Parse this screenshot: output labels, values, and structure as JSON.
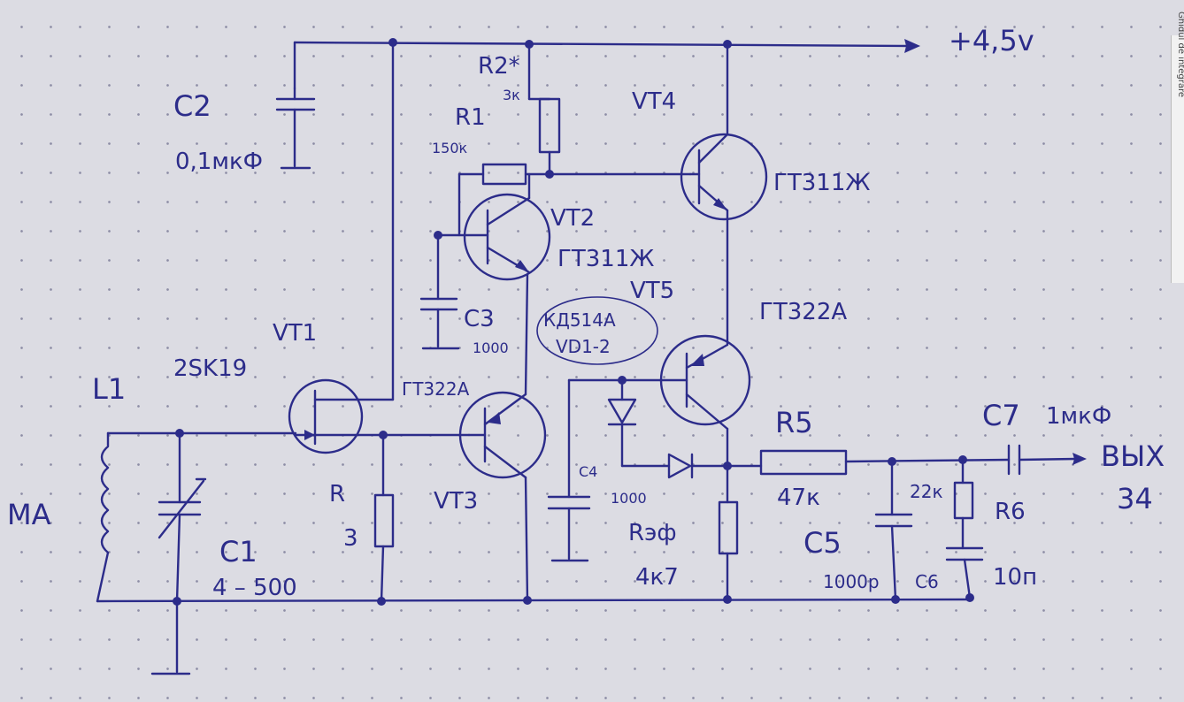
{
  "supply": "+4,5v",
  "output": {
    "label": "ВЫХ",
    "sublabel": "34"
  },
  "antenna_label": "MA",
  "components": {
    "L1": "L1",
    "C1": {
      "name": "C1",
      "value": "4 – 500"
    },
    "C2": {
      "name": "C2",
      "value": "0,1мкФ"
    },
    "C3": {
      "name": "C3",
      "value": "1000"
    },
    "C4": {
      "name": "C4",
      "value": "1000"
    },
    "C5": {
      "name": "C5",
      "value": "1000р"
    },
    "C6": {
      "name": "C6",
      "value": "10п"
    },
    "C7": {
      "name": "C7",
      "value": "1мкФ"
    },
    "R": {
      "name": "R",
      "value": "3"
    },
    "R1": {
      "name": "R1",
      "value": "150к"
    },
    "R2": {
      "name": "R2*",
      "value": "3к"
    },
    "R5": {
      "name": "R5",
      "value": "47к"
    },
    "R6": {
      "name": "R6",
      "value": "22к"
    },
    "Rex": {
      "name": "Rэф",
      "value": "4к7"
    },
    "VT1": {
      "name": "VT1",
      "part": "2SK19"
    },
    "VT2": {
      "name": "VT2",
      "part": "ГТ311Ж"
    },
    "VT3": {
      "name": "VT3",
      "part": "ГТ322А"
    },
    "VT4": {
      "name": "VT4",
      "part": "ГТ311Ж"
    },
    "VT5": {
      "name": "VT5",
      "part": "ГТ322А"
    },
    "VD": {
      "part": "КД514А",
      "name": "VD1-2"
    }
  },
  "edge_text": "Ghidul de integrare"
}
